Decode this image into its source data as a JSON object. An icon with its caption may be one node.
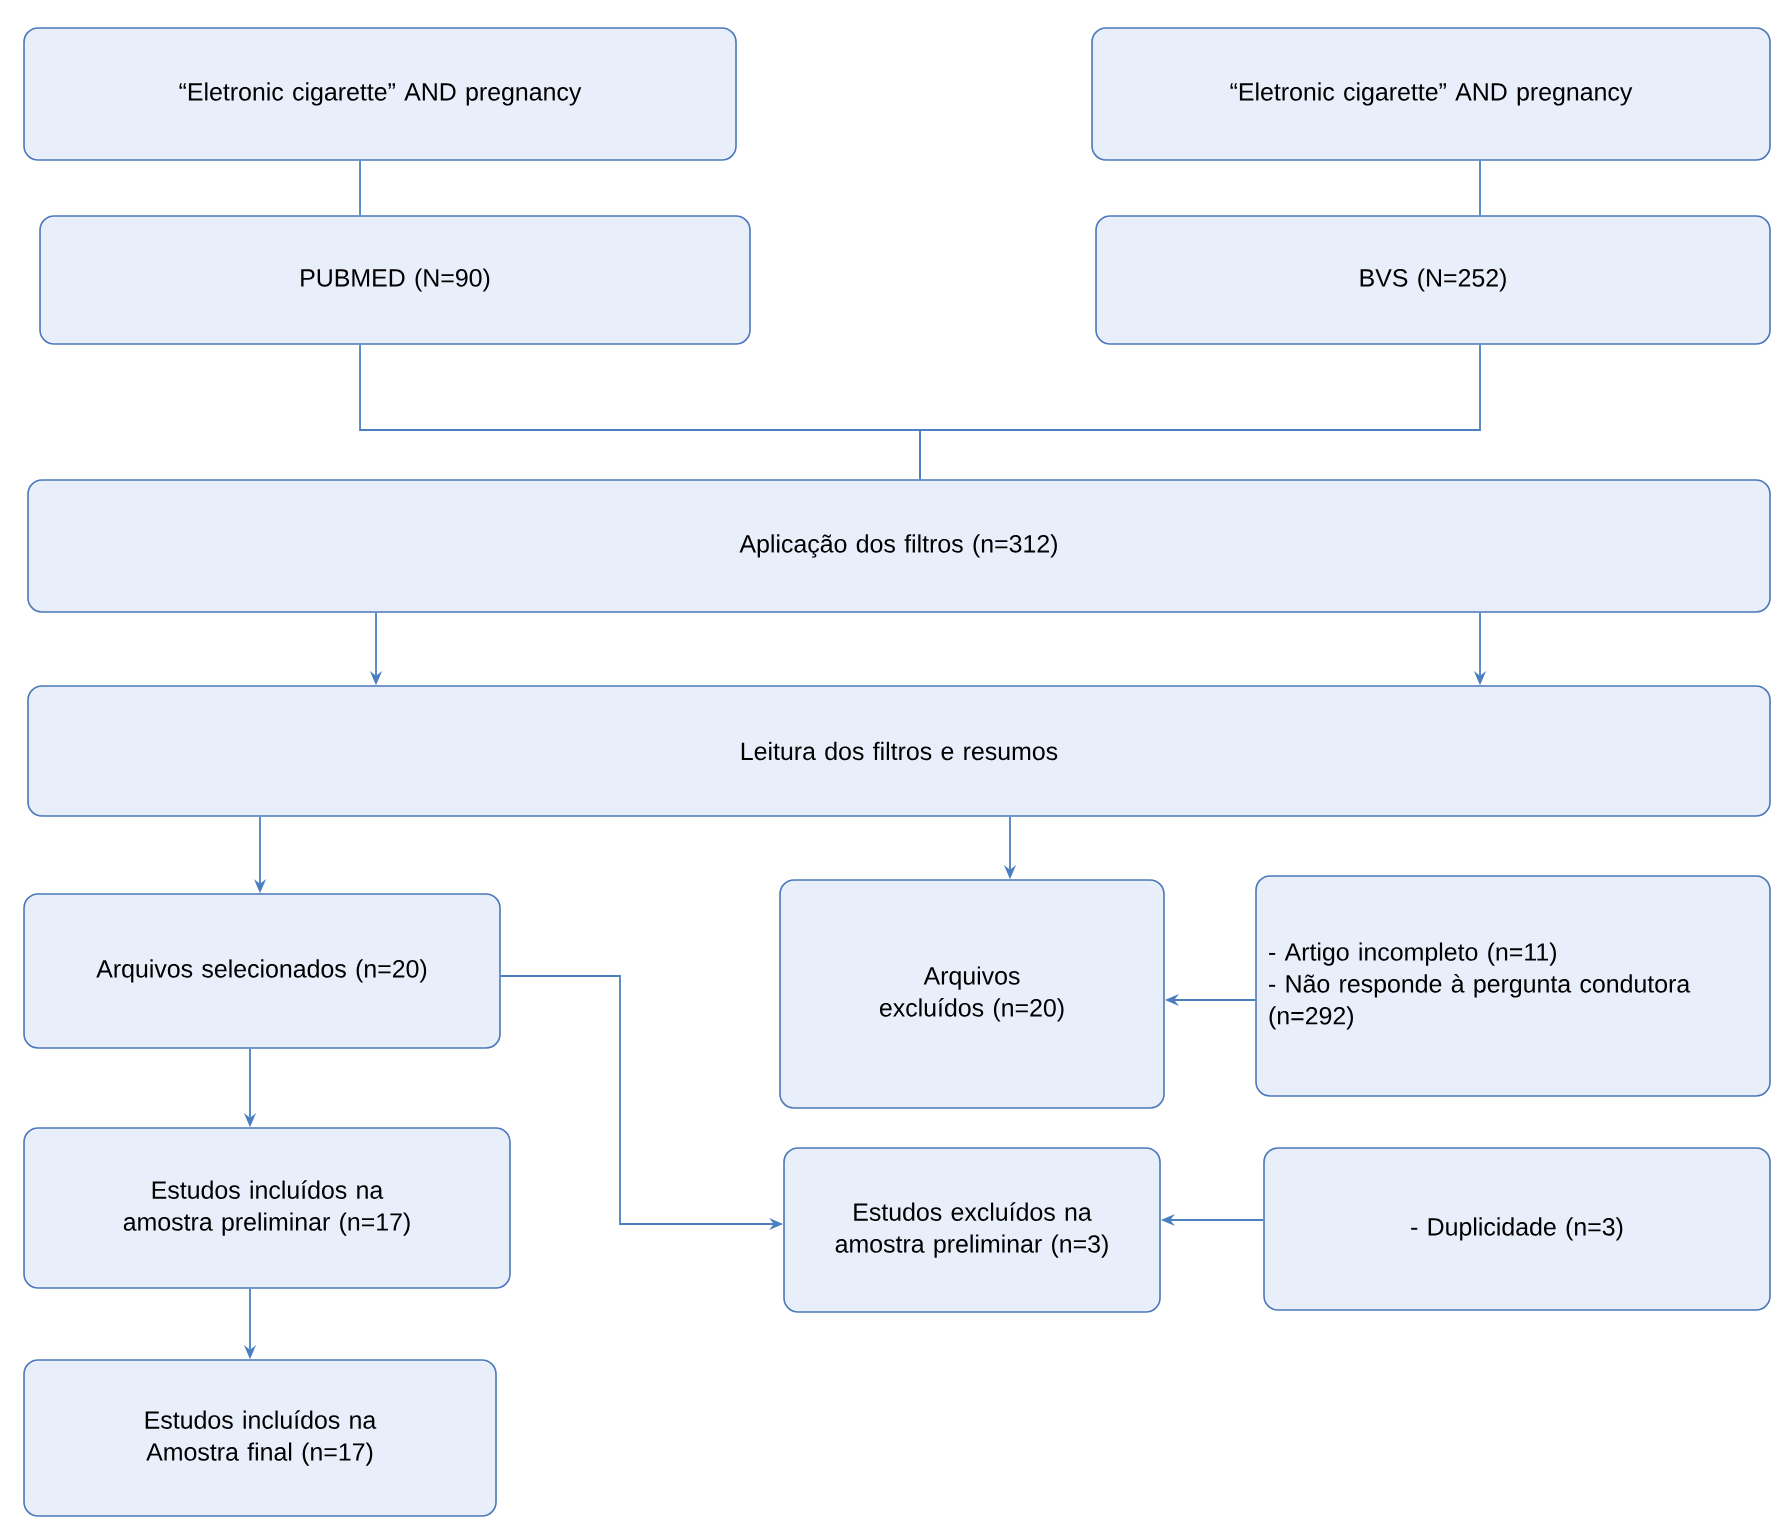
{
  "diagram": {
    "nodes": [
      {
        "text": [
          "“Eletronic cigarette” AND pregnancy"
        ]
      },
      {
        "text": [
          "“Eletronic cigarette” AND pregnancy"
        ]
      },
      {
        "text": [
          "PUBMED (N=90)"
        ]
      },
      {
        "text": [
          "BVS (N=252)"
        ]
      },
      {
        "text": [
          "Aplicação dos filtros (n=312)"
        ]
      },
      {
        "text": [
          "Leitura dos filtros e resumos"
        ]
      },
      {
        "text": [
          "Arquivos selecionados (n=20)"
        ]
      },
      {
        "text": [
          "Arquivos excluídos (n=20)"
        ]
      },
      {
        "text": [
          "- Artigo incompleto (n=11)",
          "- Não responde à pergunta condutora (n=292)"
        ]
      },
      {
        "text": [
          "Estudos incluídos na amostra preliminar (n=17)"
        ]
      },
      {
        "text": [
          "Estudos excluídos na amostra preliminar (n=3)"
        ]
      },
      {
        "text": [
          "- Duplicidade (n=3)"
        ]
      },
      {
        "text": [
          "Estudos incluídos na Amostra final (n=17)"
        ]
      }
    ],
    "edges": [
      {
        "from": 0,
        "to": 2,
        "arrow": "none"
      },
      {
        "from": 1,
        "to": 3,
        "arrow": "none"
      },
      {
        "from": 2,
        "to": 4,
        "arrow": "none"
      },
      {
        "from": 3,
        "to": 4,
        "arrow": "none"
      },
      {
        "from": 4,
        "to": 5,
        "arrow": "to"
      },
      {
        "from": 4,
        "to": 5,
        "arrow": "to"
      },
      {
        "from": 5,
        "to": 6,
        "arrow": "to"
      },
      {
        "from": 5,
        "to": 7,
        "arrow": "to"
      },
      {
        "from": 8,
        "to": 7,
        "arrow": "to"
      },
      {
        "from": 6,
        "to": 9,
        "arrow": "to"
      },
      {
        "from": 6,
        "to": 10,
        "arrow": "to"
      },
      {
        "from": 11,
        "to": 10,
        "arrow": "to"
      },
      {
        "from": 9,
        "to": 12,
        "arrow": "to"
      }
    ]
  }
}
